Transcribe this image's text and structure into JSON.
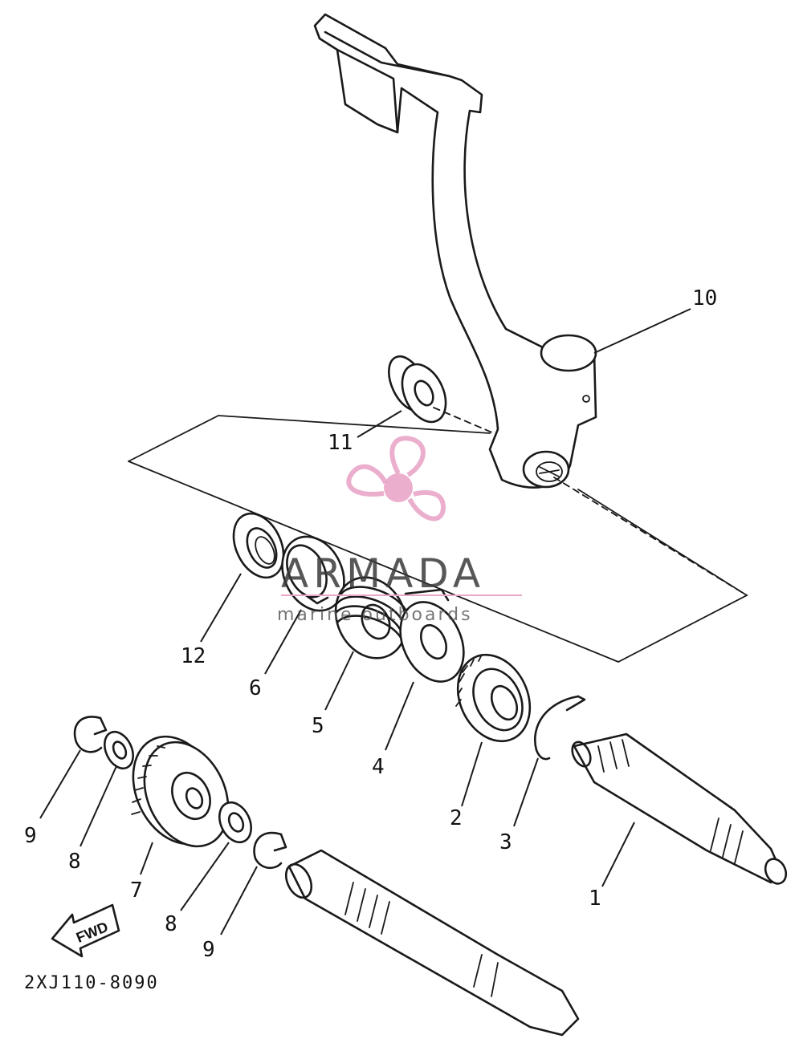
{
  "diagram": {
    "code": "2XJ110-8090",
    "fwd_label": "FWD",
    "watermark": {
      "brand": "ARMADA",
      "tagline": "marine outboards",
      "color": "#e9a6c8"
    },
    "callouts": [
      {
        "id": "c1",
        "label": "1"
      },
      {
        "id": "c2",
        "label": "2"
      },
      {
        "id": "c3",
        "label": "3"
      },
      {
        "id": "c4",
        "label": "4"
      },
      {
        "id": "c5",
        "label": "5"
      },
      {
        "id": "c6",
        "label": "6"
      },
      {
        "id": "c7",
        "label": "7"
      },
      {
        "id": "c8a",
        "label": "8"
      },
      {
        "id": "c8b",
        "label": "8"
      },
      {
        "id": "c9a",
        "label": "9"
      },
      {
        "id": "c9b",
        "label": "9"
      },
      {
        "id": "c10",
        "label": "10"
      },
      {
        "id": "c11",
        "label": "11"
      },
      {
        "id": "c12",
        "label": "12"
      }
    ]
  }
}
